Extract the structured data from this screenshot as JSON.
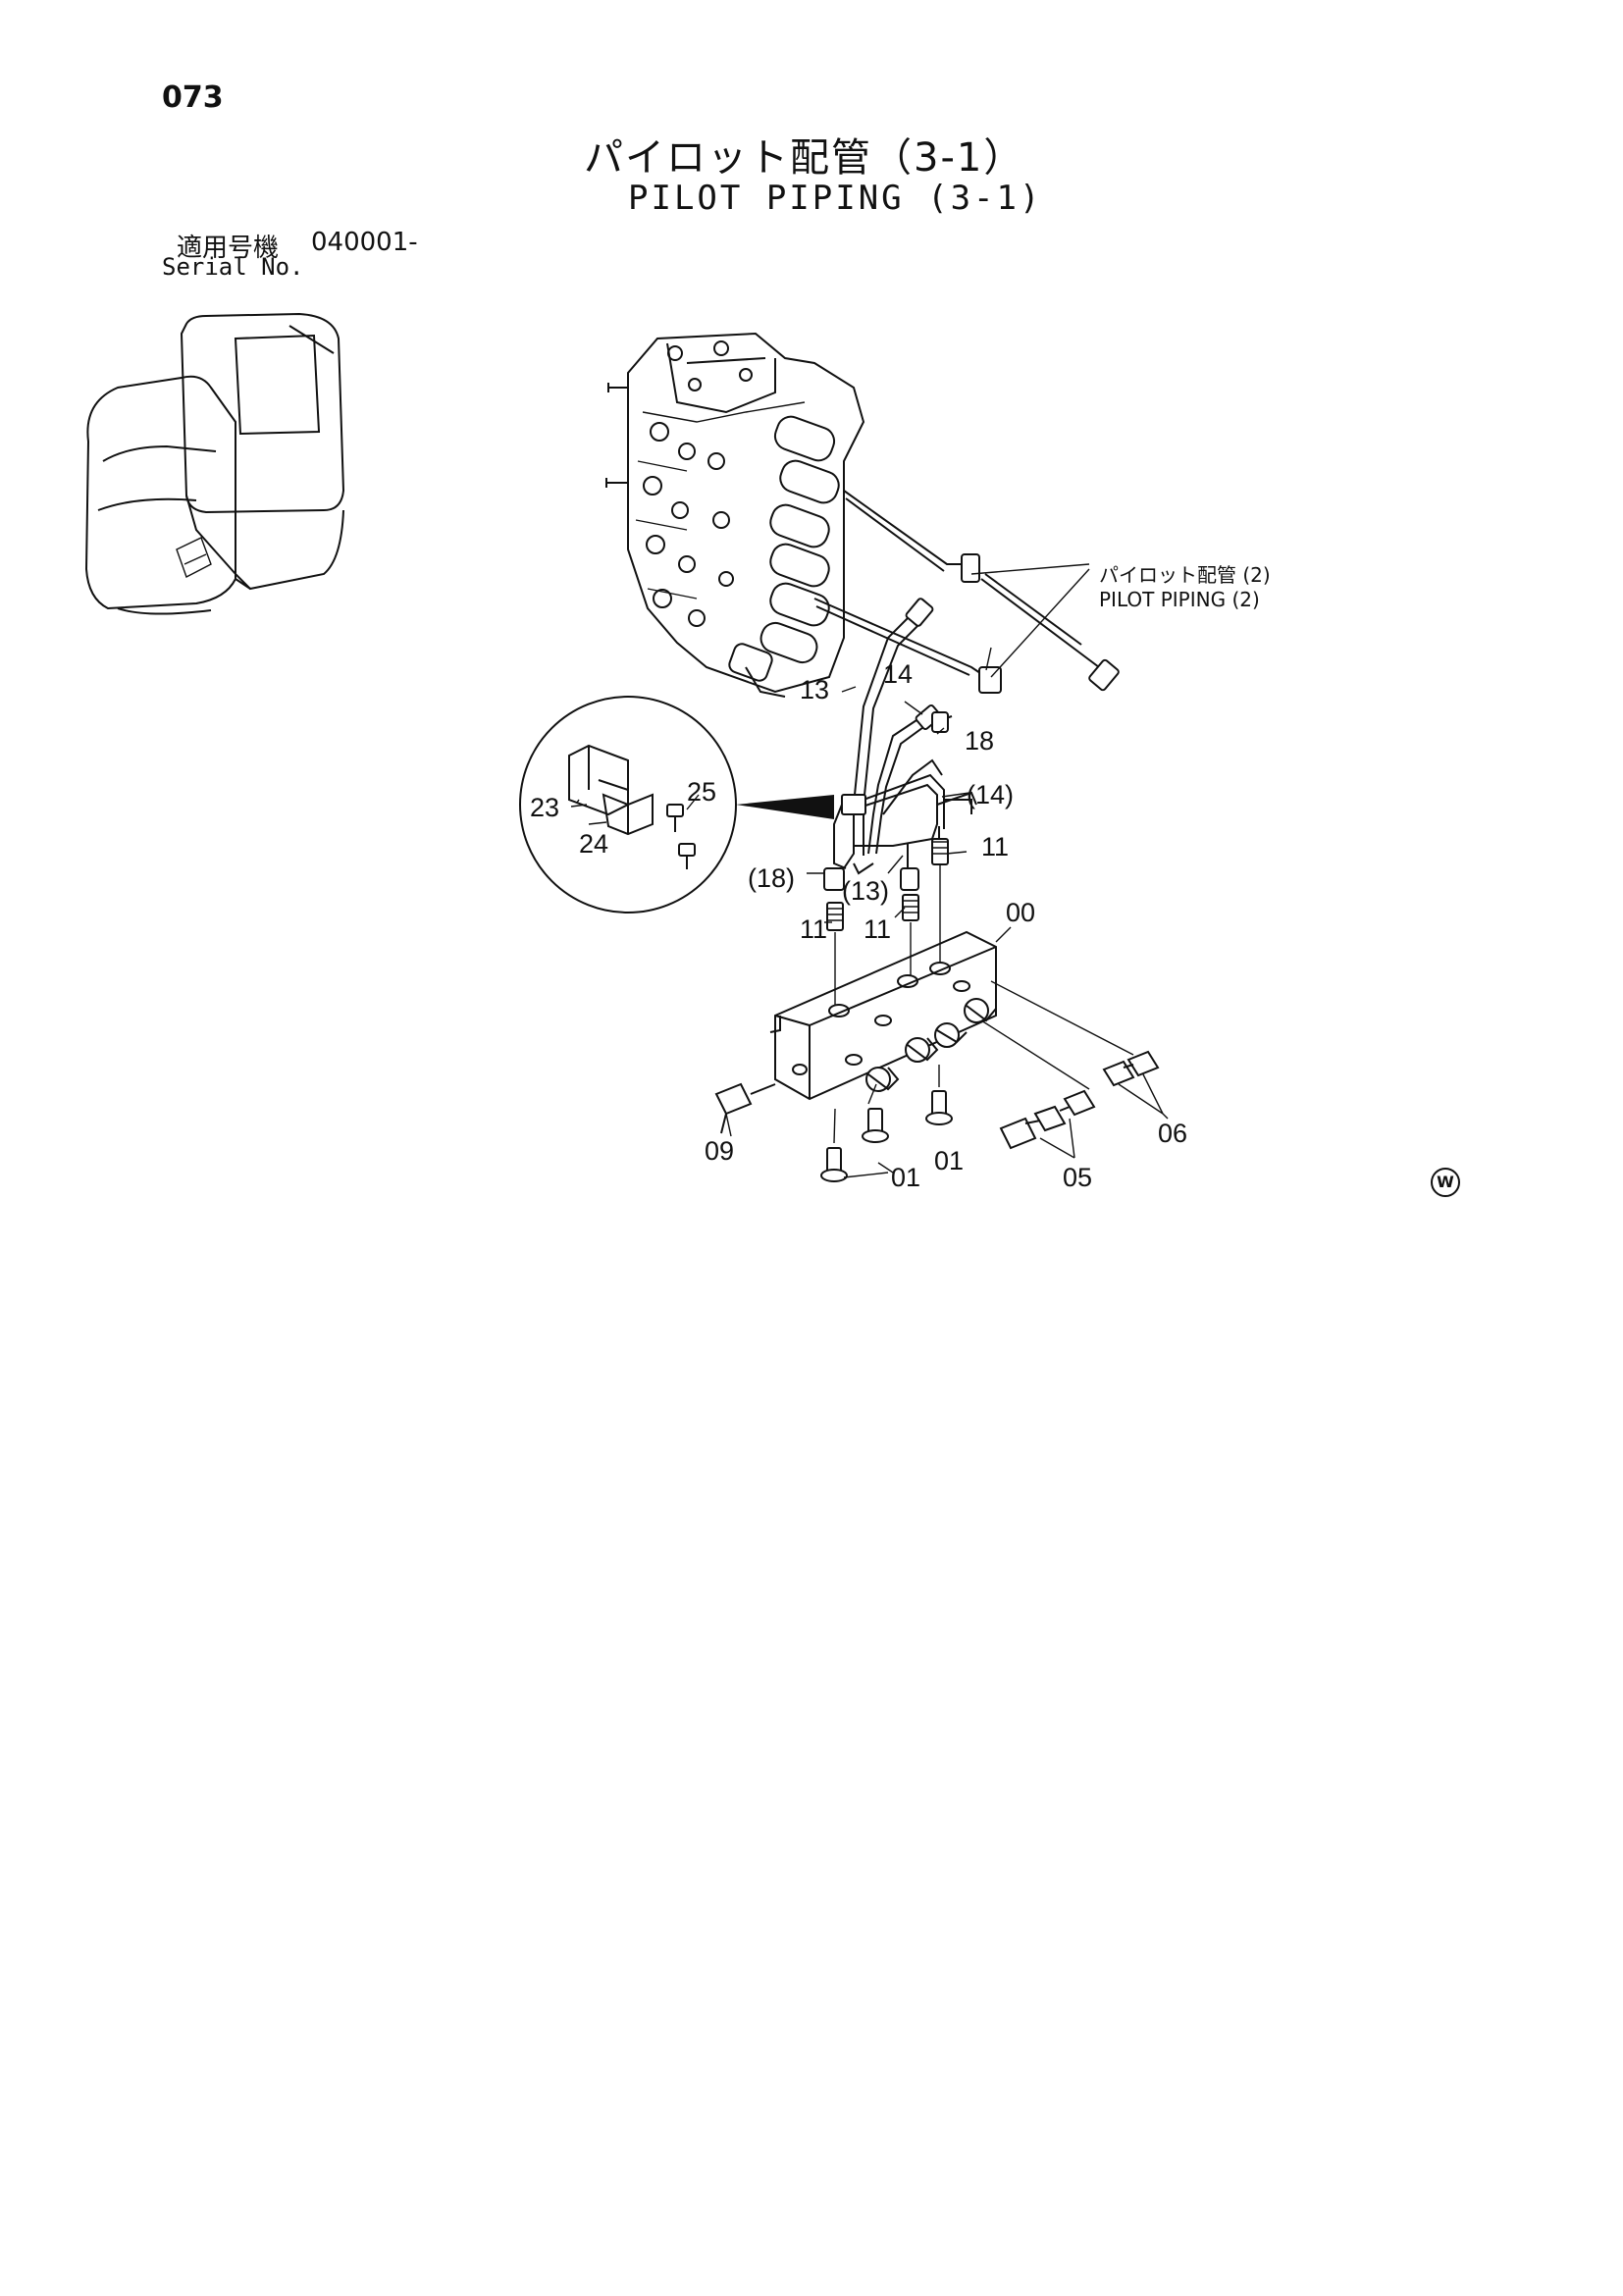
{
  "header": {
    "page_number": "073",
    "title_jp": "パイロット配管（3-1）",
    "title_en": "PILOT PIPING (3-1)",
    "serial_label_jp": "適用号機",
    "serial_value": "040001-",
    "serial_label_en": "Serial No."
  },
  "notes": {
    "pilot_piping_jp": "パイロット配管 (2)",
    "pilot_piping_en": "PILOT PIPING (2)"
  },
  "callouts": {
    "c13": "13",
    "c14": "14",
    "c18": "18",
    "c14p": "(14)",
    "c11a": "11",
    "c18p": "(18)",
    "c13p": "(13)",
    "c11b": "11",
    "c11c": "11",
    "c00": "00",
    "c23": "23",
    "c24": "24",
    "c25": "25",
    "c09": "09",
    "c01a": "01",
    "c01b": "01",
    "c05": "05",
    "c06": "06"
  },
  "footer": {
    "mark": "W"
  },
  "icons": [
    "excavator-location-icon",
    "control-valve-icon",
    "manifold-block-icon",
    "detail-view-icon"
  ]
}
